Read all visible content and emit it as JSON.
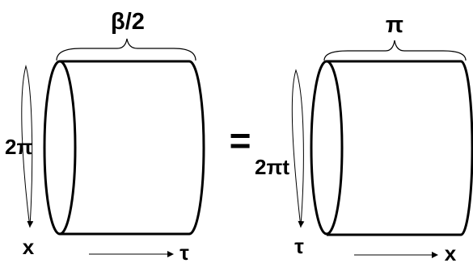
{
  "left_cylinder": {
    "width_label": "β/2",
    "circumference_label": "2π",
    "vertical_axis_label": "x",
    "horizontal_axis_label": "τ"
  },
  "equals_sign": "=",
  "right_cylinder": {
    "width_label": "π",
    "circumference_label": "2πt",
    "vertical_axis_label": "τ",
    "horizontal_axis_label": "x"
  },
  "colors": {
    "stroke": "#000000",
    "background": "#ffffff"
  }
}
